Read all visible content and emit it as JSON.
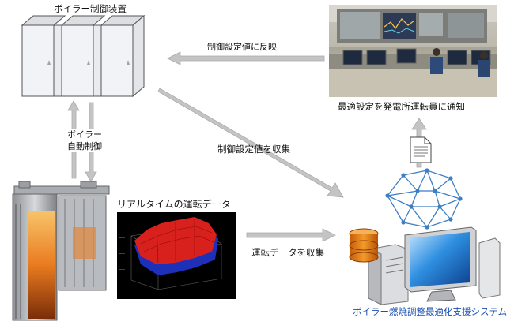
{
  "labels": {
    "controller_title": "ボイラー制御装置",
    "feedback_label": "制御設定値に反映",
    "notify_label": "最適設定を発電所運転員に通知",
    "auto_control_line1": "ボイラー",
    "auto_control_line2": "自動制御",
    "collect_setpoint_label": "制御設定値を収集",
    "realtime_label": "リアルタイムの運転データ",
    "collect_data_label": "運転データを収集",
    "system_name": "ボイラー燃焼調整最適化支援システム"
  },
  "colors": {
    "arrow_gray": "#b9b9b9",
    "link_blue": "#1b4fb0",
    "network_blue": "#3b7ec4",
    "server_orange": "#e07a10"
  },
  "icons": {
    "controller": "server-cabinets-icon",
    "photo": "control-room-photo",
    "document": "document-icon",
    "network": "neural-network-icon",
    "boiler": "boiler-illustration",
    "chart": "3d-surface-chart",
    "computer": "server-monitor-icon"
  }
}
